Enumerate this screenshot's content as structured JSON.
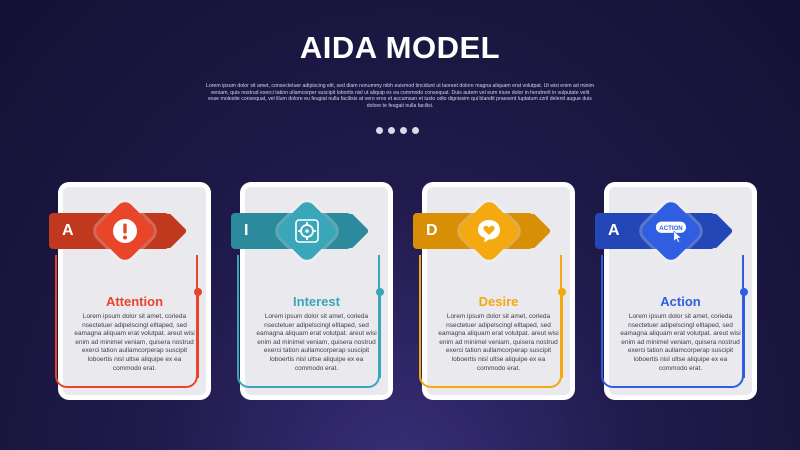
{
  "header": {
    "title": "AIDA MODEL",
    "subtitle": "Lorem ipsum dolor sit amet, consectetuer adipiscing elit, sed diam nonummy nibh euismod tincidunt ut laoreet dolore magna aliquam erat volutpat. Ut wisi enim ad minim veniam, quis nostrud exerci tation ullamcorper suscipit lobortis nisl ut aliquip ex ea commodo consequat. Duis autem vel eum iriure dolor in hendrerit in vulputate velit esse molestie consequat, vel illum dolore eu feugiat nulla facilisis at vero eros et accumsan et iusto odio dignissim qui blandit praesent luptatum zzril delenit augue duis dolore te feugait nulla facilisi."
  },
  "pagination": {
    "dots": 4
  },
  "steps": [
    {
      "letter": "A",
      "title": "Attention",
      "icon": "exclamation-icon",
      "color": "#e8452a",
      "tag_color": "#c0391f",
      "text": "Lorem ipsum dolor sit amet, corieda nsectetuer adipelscingl elltaped, sed eamagna aliquam erat volutpat. areut wisi enim ad minimel veniam, quisera nostrud exerci tation aullamcorperap suscipit loboertis nisl ultse aliquipe ex ea commodo erat."
    },
    {
      "letter": "I",
      "title": "Interest",
      "icon": "crosshair-icon",
      "color": "#3aa6b9",
      "tag_color": "#2b8a9b",
      "text": "Lorem ipsum dolor sit amet, corieda nsectetuer adipelscingl elltaped, sed eamagna aliquam erat volutpat. areut wisi enim ad minimel veniam, quisera nostrud exerci tation aullamcorperap suscipit loboertis nisl ultse aliquipe ex ea commodo erat."
    },
    {
      "letter": "D",
      "title": "Desire",
      "icon": "heart-bubble-icon",
      "color": "#f3a90f",
      "tag_color": "#d88f06",
      "text": "Lorem ipsum dolor sit amet, corieda nsectetuer adipelscingl elltaped, sed eamagna aliquam erat volutpat. areut wisi enim ad minimel veniam, quisera nostrud exerci tation aullamcorperap suscipit loboertis nisl ultse aliquipe ex ea commodo erat."
    },
    {
      "letter": "A",
      "title": "Action",
      "icon": "action-click-icon",
      "icon_label": "ACTION",
      "color": "#2f5fe0",
      "tag_color": "#2447b8",
      "text": "Lorem ipsum dolor sit amet, corieda nsectetuer adipelscingl elltaped, sed eamagna aliquam erat volutpat. areut wisi enim ad minimel veniam, quisera nostrud exerci tation aullamcorperap suscipit loboertis nisl ultse aliquipe ex ea commodo erat."
    }
  ]
}
